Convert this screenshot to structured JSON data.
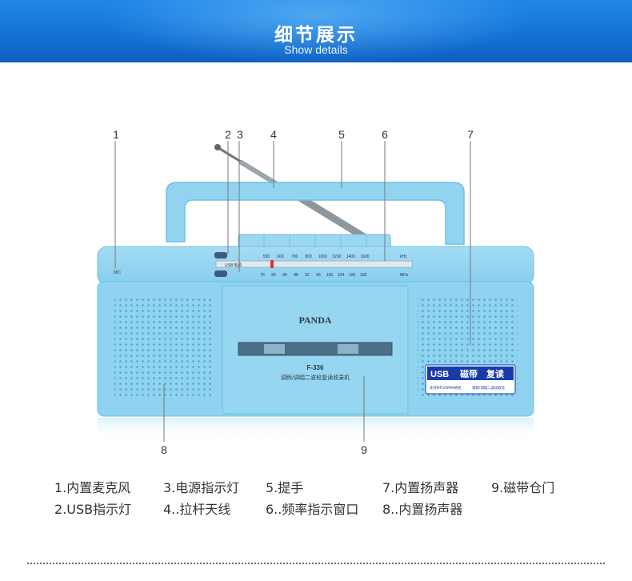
{
  "header": {
    "title": "细节展示",
    "subtitle": "Show details"
  },
  "product": {
    "brand": "PANDA",
    "model": "F-336",
    "description": "调频/调幅二波段复读收录机",
    "badge": {
      "usb": "USB",
      "tape": "磁带",
      "repeat": "复读",
      "line1": "支持MP3/WMA格式",
      "line2": "调频/调幅二波段收音"
    },
    "mic_label": "MIC",
    "usb_label": "USB",
    "power_label": "电源",
    "am_scale": [
      "530",
      "600",
      "700",
      "800",
      "1000",
      "1200",
      "1400",
      "1600"
    ],
    "am_unit": "kHz",
    "fm_scale": [
      "76",
      "80",
      "84",
      "88",
      "92",
      "96",
      "100",
      "104",
      "106",
      "108"
    ],
    "fm_unit": "MHz"
  },
  "callouts": [
    "1",
    "2",
    "3",
    "4",
    "5",
    "6",
    "7",
    "8",
    "9"
  ],
  "legend": [
    "1.内置麦克风",
    "2.USB指示灯",
    "3.电源指示灯",
    "4..拉杆天线",
    "5.提手",
    "6..频率指示窗口",
    "7.内置扬声器",
    "8..内置扬声器",
    "9.磁带仓门"
  ],
  "colors": {
    "banner": "#1472d6",
    "body": "#8fd3f0",
    "body_dark": "#6fbfe3",
    "badge_blue": "#1a3aa8"
  }
}
